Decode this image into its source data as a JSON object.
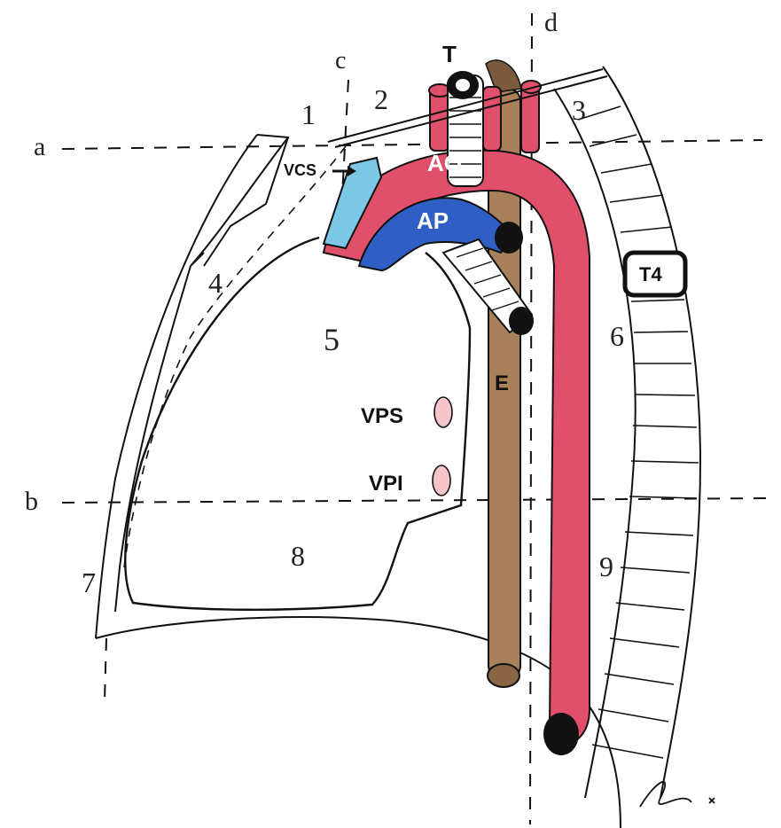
{
  "labels": {
    "trachea": "T",
    "aorta": "AO",
    "pulmonary_artery": "AP",
    "superior_vena_cava": "VCS",
    "esophagus": "E",
    "vertebra": "T4",
    "superior_pulmonary_vein": "VPS",
    "inferior_pulmonary_vein": "VPI"
  },
  "lines": {
    "a": "a",
    "b": "b",
    "c": "c",
    "d": "d"
  },
  "regions": {
    "r1": "1",
    "r2": "2",
    "r3": "3",
    "r4": "4",
    "r5": "5",
    "r6": "6",
    "r7": "7",
    "r8": "8",
    "r9": "9"
  },
  "colors": {
    "aorta": "#e0506a",
    "pulmonary_artery": "#2f5fc4",
    "vena_cava": "#7cc6e6",
    "esophagus": "#a8805a",
    "outline": "#111111"
  }
}
